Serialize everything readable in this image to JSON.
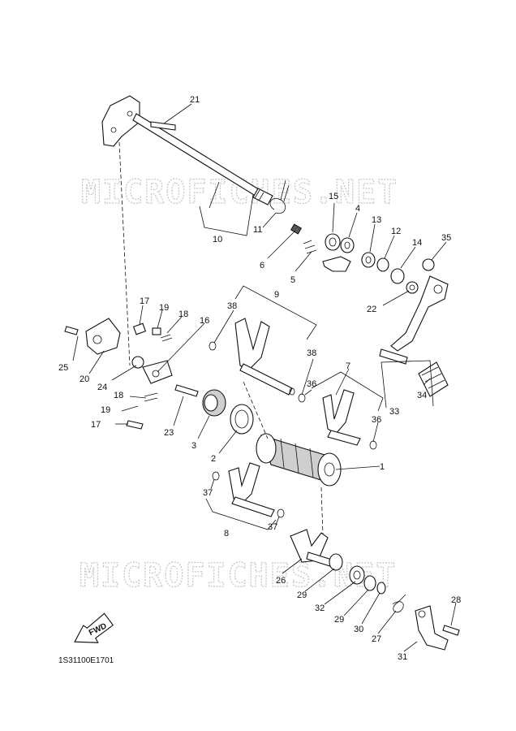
{
  "watermarks": [
    "MICROFICHES.NET",
    "MICROFICHES.NET"
  ],
  "fwd_label": "FWD",
  "diagram_code": "1S31100E1701",
  "callouts": {
    "c21": "21",
    "c15": "15",
    "c4": "4",
    "c13": "13",
    "c12": "12",
    "c14": "14",
    "c35": "35",
    "c11": "11",
    "c10": "10",
    "c6": "6",
    "c5": "5",
    "c22": "22",
    "c9": "9",
    "c38a": "38",
    "c38b": "38",
    "c17a": "17",
    "c19a": "19",
    "c18a": "18",
    "c16": "16",
    "c25": "25",
    "c20": "20",
    "c24": "24",
    "c36a": "36",
    "c7": "7",
    "c36b": "36",
    "c33": "33",
    "c34": "34",
    "c18b": "18",
    "c19b": "19",
    "c17b": "17",
    "c23": "23",
    "c3": "3",
    "c2": "2",
    "c1": "1",
    "c37a": "37",
    "c8": "8",
    "c37b": "37",
    "c26": "26",
    "c29a": "29",
    "c32": "32",
    "c29b": "29",
    "c30": "30",
    "c27": "27",
    "c28": "28",
    "c31": "31"
  }
}
